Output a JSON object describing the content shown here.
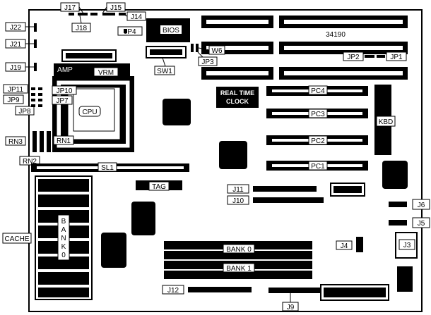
{
  "labels": {
    "j17": "J17",
    "j15": "J15",
    "j14": "J14",
    "j18": "J18",
    "j22": "J22",
    "j21": "J21",
    "j19": "J19",
    "jp4": "JP4",
    "bios": "BIOS",
    "board_id": "34190",
    "w6": "W6",
    "jp3": "JP3",
    "jp2": "JP2",
    "jp1": "JP1",
    "sw1": "SW1",
    "amp": "AMP",
    "vrm": "VRM",
    "jp11": "JP11",
    "jp10": "JP10",
    "jp9": "JP9",
    "jp7": "JP7",
    "jp8": "JP8",
    "cpu": "CPU",
    "rtc_line1": "REAL TIME",
    "rtc_line2": "CLOCK",
    "pc4": "PC4",
    "pc3": "PC3",
    "pc2": "PC2",
    "pc1": "PC1",
    "kbd": "KBD",
    "rn3": "RN3",
    "rn1": "RN1",
    "rn2": "RN2",
    "sl1": "SL1",
    "tag": "TAG",
    "j11": "J11",
    "j10": "J10",
    "j6": "J6",
    "j5": "J5",
    "cache": "CACHE",
    "bank_vertical": [
      "B",
      "A",
      "N",
      "K",
      "0"
    ],
    "bank0": "BANK 0",
    "bank1": "BANK 1",
    "j4": "J4",
    "j3": "J3",
    "j12": "J12",
    "j9": "J9"
  }
}
